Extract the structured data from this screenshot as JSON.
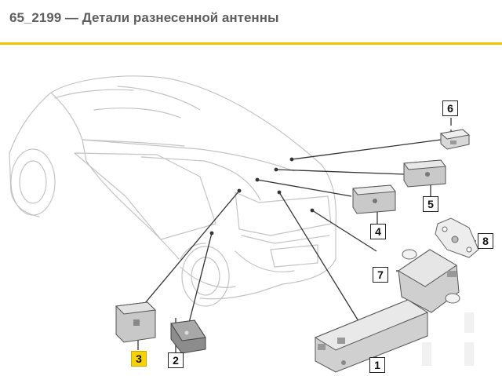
{
  "header": {
    "title": "65_2199 — Детали разнесенной антенны"
  },
  "colors": {
    "accent": "#f2c200",
    "highlight": "#f6d300",
    "title": "#5f5f5f"
  },
  "callouts": [
    {
      "label": "1",
      "active": false
    },
    {
      "label": "2",
      "active": false
    },
    {
      "label": "3",
      "active": true
    },
    {
      "label": "4",
      "active": false
    },
    {
      "label": "5",
      "active": false
    },
    {
      "label": "6",
      "active": false
    },
    {
      "label": "7",
      "active": false
    },
    {
      "label": "8",
      "active": false
    }
  ]
}
